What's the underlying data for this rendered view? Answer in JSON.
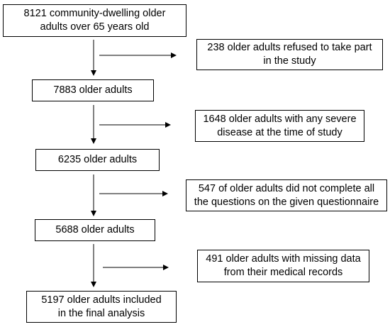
{
  "flow": {
    "main": [
      {
        "line1": "8121 community-dwelling older",
        "line2": "adults over 65 years old"
      },
      {
        "line1": "7883 older adults",
        "line2": ""
      },
      {
        "line1": "6235 older adults",
        "line2": ""
      },
      {
        "line1": "5688 older adults",
        "line2": ""
      },
      {
        "line1": "5197 older adults included",
        "line2": "in the final analysis"
      }
    ],
    "excluded": [
      {
        "line1": "238 older adults refused to take part",
        "line2": "in the study"
      },
      {
        "line1": "1648 older adults with any severe",
        "line2": "disease at the time of study"
      },
      {
        "line1": "547 of older adults did not complete all",
        "line2": "the questions on the given questionnaire"
      },
      {
        "line1": "491 older adults with missing data",
        "line2": "from their medical records"
      }
    ]
  },
  "colors": {
    "stroke": "#000000",
    "background": "#ffffff"
  }
}
